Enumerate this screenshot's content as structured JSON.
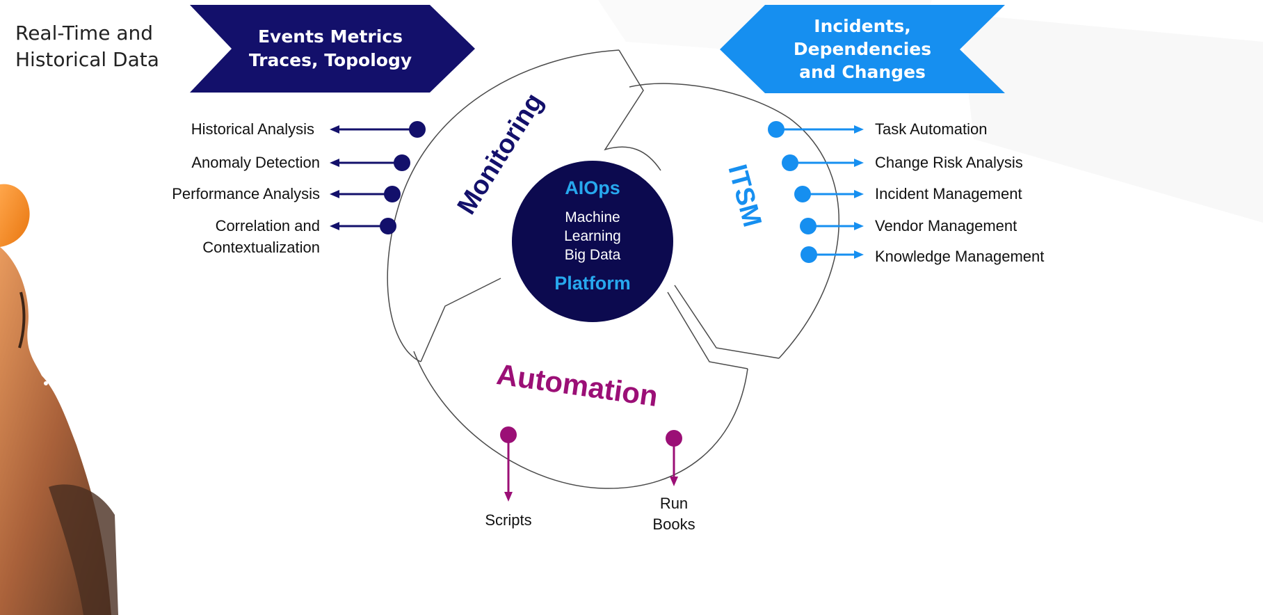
{
  "intro_label": [
    "Real-Time and",
    "Historical Data"
  ],
  "banner_left": [
    "Events Metrics",
    "Traces, Topology"
  ],
  "banner_right": [
    "Incidents,",
    "Dependencies",
    "and Changes"
  ],
  "segments": {
    "monitoring": "Monitoring",
    "itsm": "ITSM",
    "automation": "Automation"
  },
  "core": {
    "title": "AIOps",
    "lines": [
      "Machine",
      "Learning",
      "Big Data"
    ],
    "footer": "Platform"
  },
  "monitoring_items": [
    "Historical Analysis",
    "Anomaly Detection",
    "Performance Analysis",
    "Correlation and",
    "Contextualization"
  ],
  "itsm_items": [
    "Task Automation",
    "Change Risk Analysis",
    "Incident Management",
    "Vendor Management",
    "Knowledge Management"
  ],
  "automation_items": [
    "Scripts",
    "Run",
    "Books"
  ],
  "colors": {
    "navy": "#13106b",
    "blue": "#168ff0",
    "magenta": "#9b0f76",
    "core": "#0c0a4f",
    "core_accent": "#27a8ee"
  }
}
